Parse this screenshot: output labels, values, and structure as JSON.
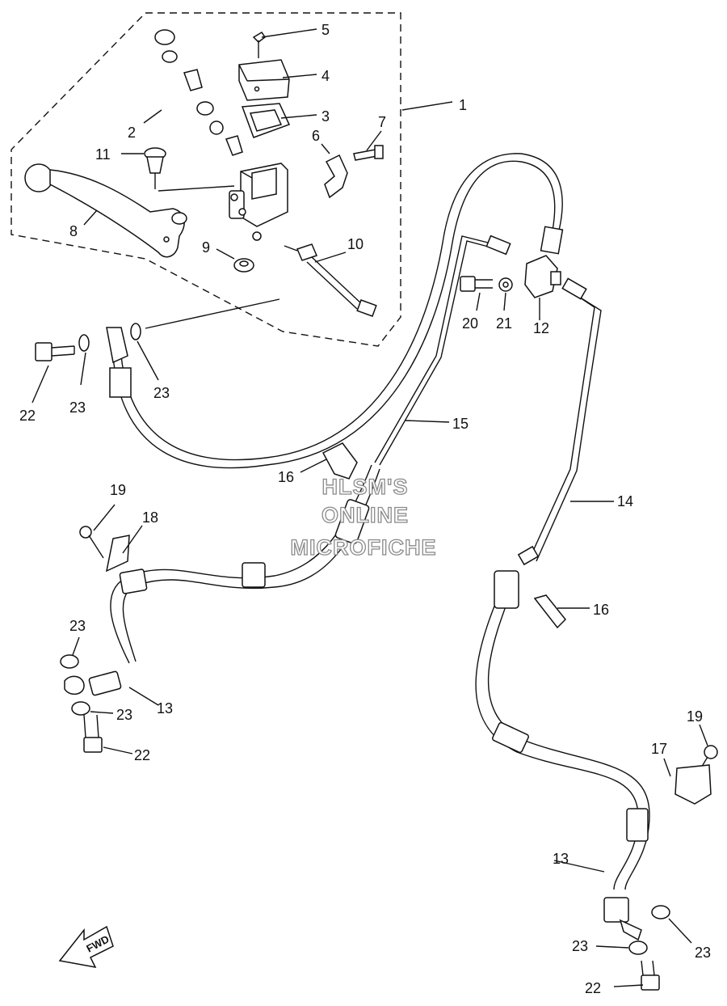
{
  "diagram": {
    "watermark": [
      "HLSM'S",
      "ONLINE",
      "MICROFICHE"
    ],
    "fwd_label": "FWD",
    "callouts": [
      "1",
      "2",
      "3",
      "4",
      "5",
      "6",
      "7",
      "8",
      "9",
      "10",
      "11",
      "12",
      "13",
      "13",
      "14",
      "15",
      "16",
      "16",
      "17",
      "18",
      "19",
      "19",
      "20",
      "21",
      "22",
      "22",
      "22",
      "23",
      "23",
      "23",
      "23",
      "23",
      "23"
    ]
  }
}
